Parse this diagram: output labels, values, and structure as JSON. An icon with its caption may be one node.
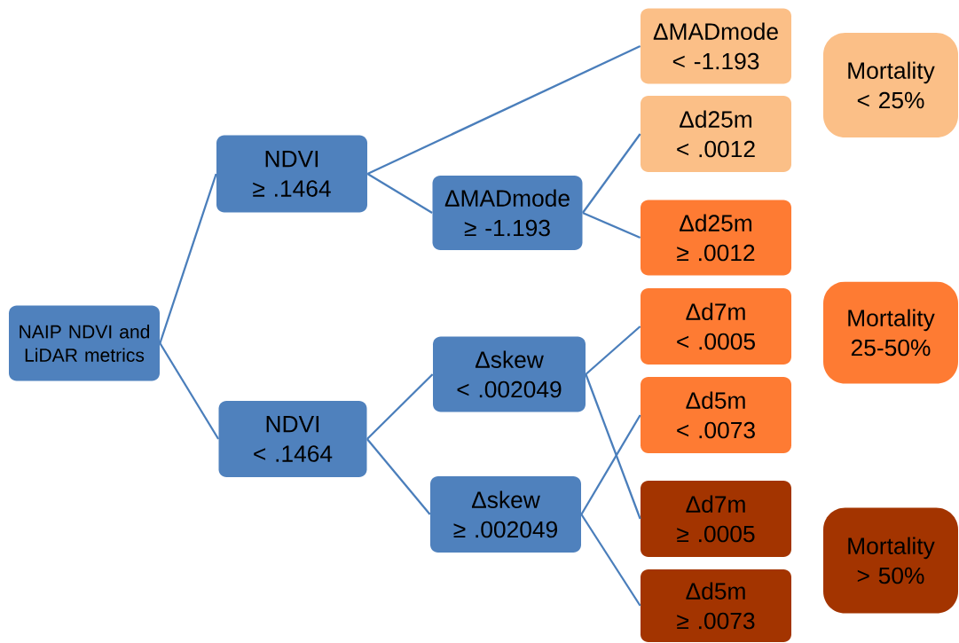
{
  "diagram": {
    "nodes": [
      {
        "text": [
          "NAIP NDVI and LiDAR metrics"
        ]
      },
      {
        "text": [
          "NDVI",
          "≥ .1464"
        ]
      },
      {
        "text": [
          "NDVI",
          "< .1464"
        ]
      },
      {
        "text": [
          "ΔMADmode",
          "≥ -1.193"
        ]
      },
      {
        "text": [
          "Δskew",
          "< .002049"
        ]
      },
      {
        "text": [
          "Δskew",
          "≥ .002049"
        ]
      },
      {
        "text": [
          "ΔMADmode",
          "< -1.193"
        ]
      },
      {
        "text": [
          "Δd25m",
          "< .0012"
        ]
      },
      {
        "text": [
          "Δd25m",
          "≥ .0012"
        ]
      },
      {
        "text": [
          "Δd7m",
          "< .0005"
        ]
      },
      {
        "text": [
          "Δd5m",
          "< .0073"
        ]
      },
      {
        "text": [
          "Δd7m",
          "≥ .0005"
        ]
      },
      {
        "text": [
          "Δd5m",
          "≥ .0073"
        ]
      },
      {
        "text": [
          "Mortality",
          "< 25%"
        ]
      },
      {
        "text": [
          "Mortality",
          "25-50%"
        ]
      },
      {
        "text": [
          "Mortality",
          "> 50%"
        ]
      }
    ],
    "edges": [
      {
        "from": 0,
        "to": 1,
        "arrow": "none"
      },
      {
        "from": 0,
        "to": 2,
        "arrow": "none"
      },
      {
        "from": 1,
        "to": 6,
        "arrow": "none"
      },
      {
        "from": 1,
        "to": 3,
        "arrow": "none"
      },
      {
        "from": 3,
        "to": 7,
        "arrow": "none"
      },
      {
        "from": 3,
        "to": 8,
        "arrow": "none"
      },
      {
        "from": 2,
        "to": 4,
        "arrow": "none"
      },
      {
        "from": 2,
        "to": 5,
        "arrow": "none"
      },
      {
        "from": 4,
        "to": 9,
        "arrow": "none"
      },
      {
        "from": 4,
        "to": 11,
        "arrow": "none"
      },
      {
        "from": 5,
        "to": 10,
        "arrow": "none"
      },
      {
        "from": 5,
        "to": 12,
        "arrow": "none"
      }
    ]
  }
}
